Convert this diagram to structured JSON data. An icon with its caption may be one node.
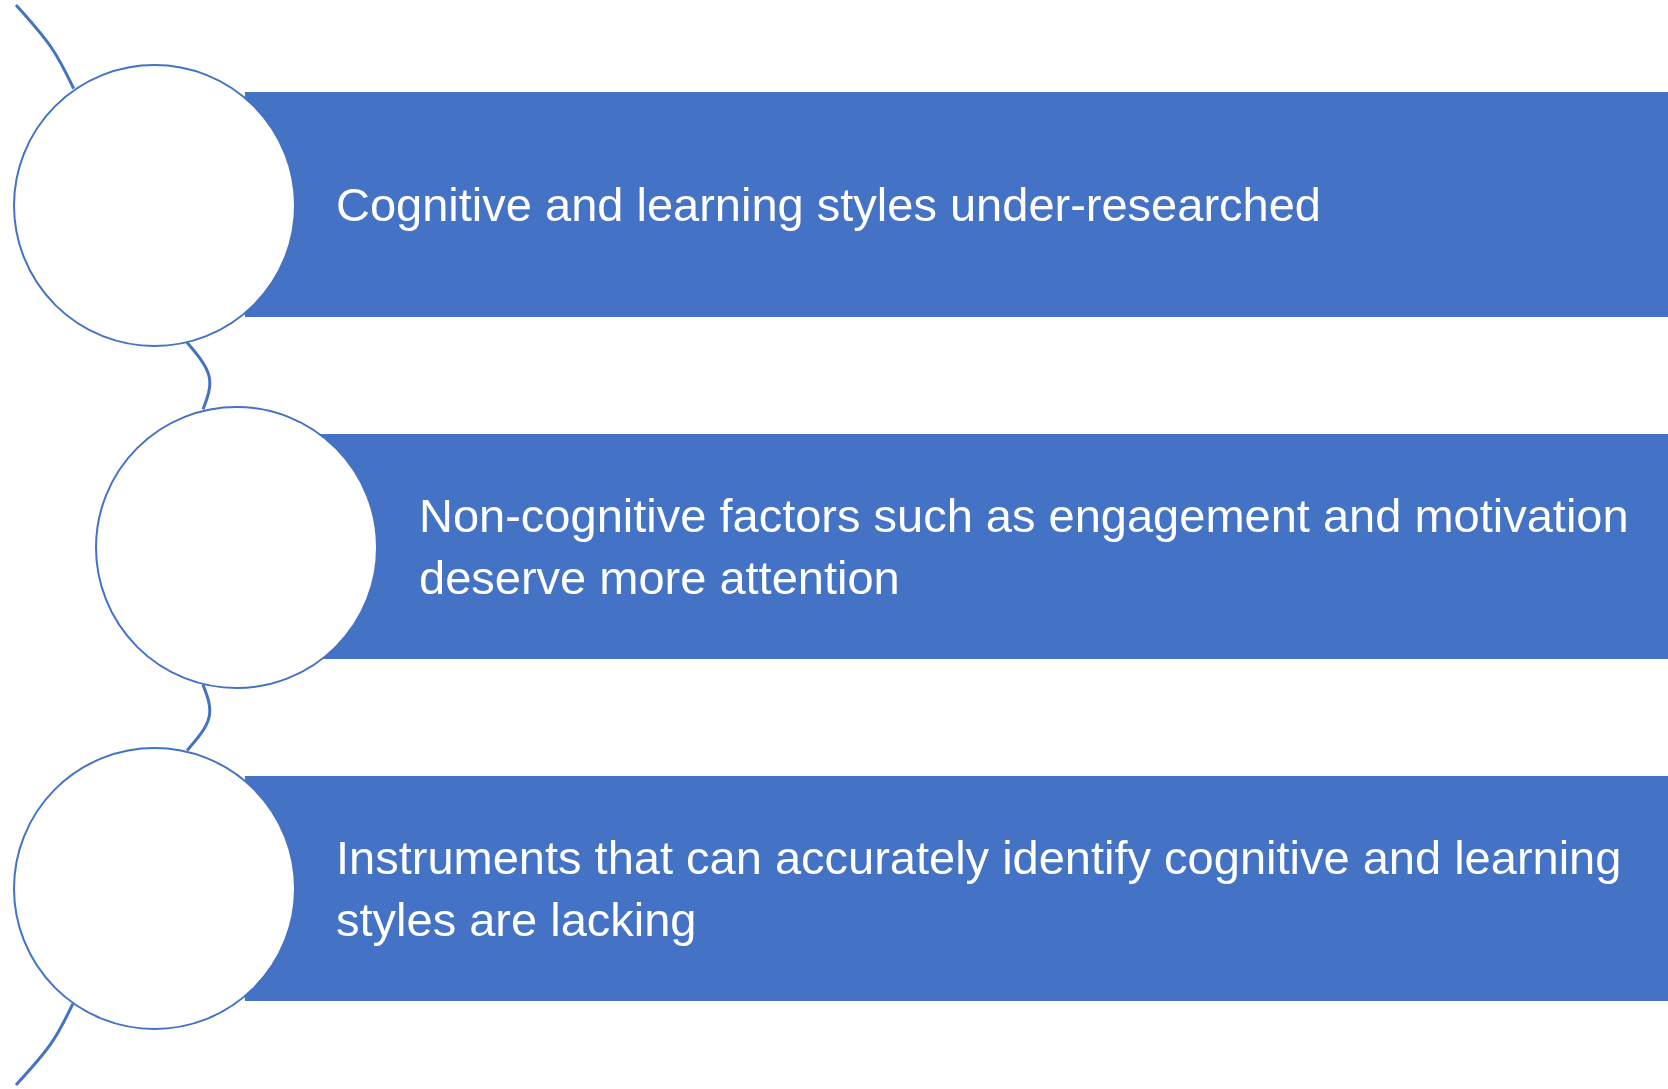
{
  "diagram": {
    "nodes": [
      {
        "text": [],
        "shape": "circle"
      },
      {
        "text": [
          "Cognitive and learning styles under-researched"
        ]
      },
      {
        "text": [],
        "shape": "circle"
      },
      {
        "text": [
          "Non-cognitive factors such as engagement and motivation deserve more attention"
        ]
      },
      {
        "text": [],
        "shape": "circle"
      },
      {
        "text": [
          "Instruments that can accurately identify cognitive and learning styles are lacking"
        ]
      }
    ],
    "edges": [
      {
        "from": null,
        "to": 0,
        "arrow": "none"
      },
      {
        "from": 0,
        "to": 2,
        "arrow": "none"
      },
      {
        "from": 2,
        "to": 4,
        "arrow": "none"
      },
      {
        "from": 4,
        "to": null,
        "arrow": "none"
      }
    ]
  }
}
